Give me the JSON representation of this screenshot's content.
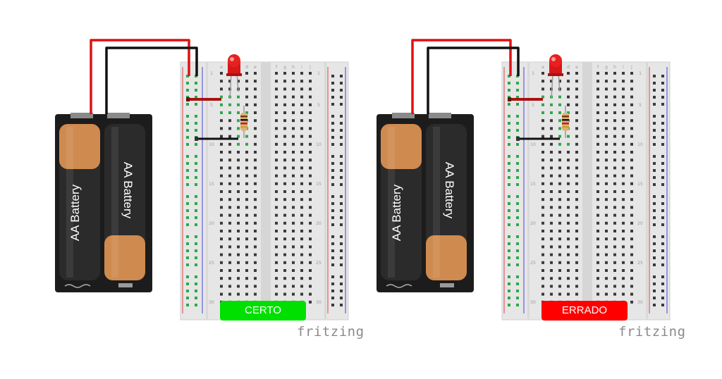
{
  "panels": [
    {
      "id": "left",
      "battery_label_1": "AA Battery",
      "battery_label_2": "AA Battery",
      "status_label": "CERTO",
      "status_color": "#00e000",
      "watermark": "fritzing"
    },
    {
      "id": "right",
      "battery_label_1": "AA Battery",
      "battery_label_2": "AA Battery",
      "status_label": "ERRADO",
      "status_color": "#ff0000",
      "watermark": "fritzing"
    }
  ],
  "breadboard": {
    "column_letters_left": [
      "a",
      "b",
      "c",
      "d",
      "e"
    ],
    "column_letters_right": [
      "f",
      "g",
      "h",
      "i",
      "j"
    ],
    "row_numbers": [
      "1",
      "5",
      "10",
      "15",
      "20",
      "25",
      "30"
    ]
  },
  "colors": {
    "red_wire": "#e01010",
    "black_wire": "#111111",
    "battery_case": "#1c1c1c",
    "battery_copper": "#cf8a4f",
    "breadboard": "#e6e6e6",
    "rail_red": "#d44",
    "rail_blue": "#44d",
    "hole_green": "#2ea84a"
  },
  "icons": [
    "battery-pack-icon",
    "breadboard-icon",
    "led-icon",
    "resistor-icon"
  ]
}
